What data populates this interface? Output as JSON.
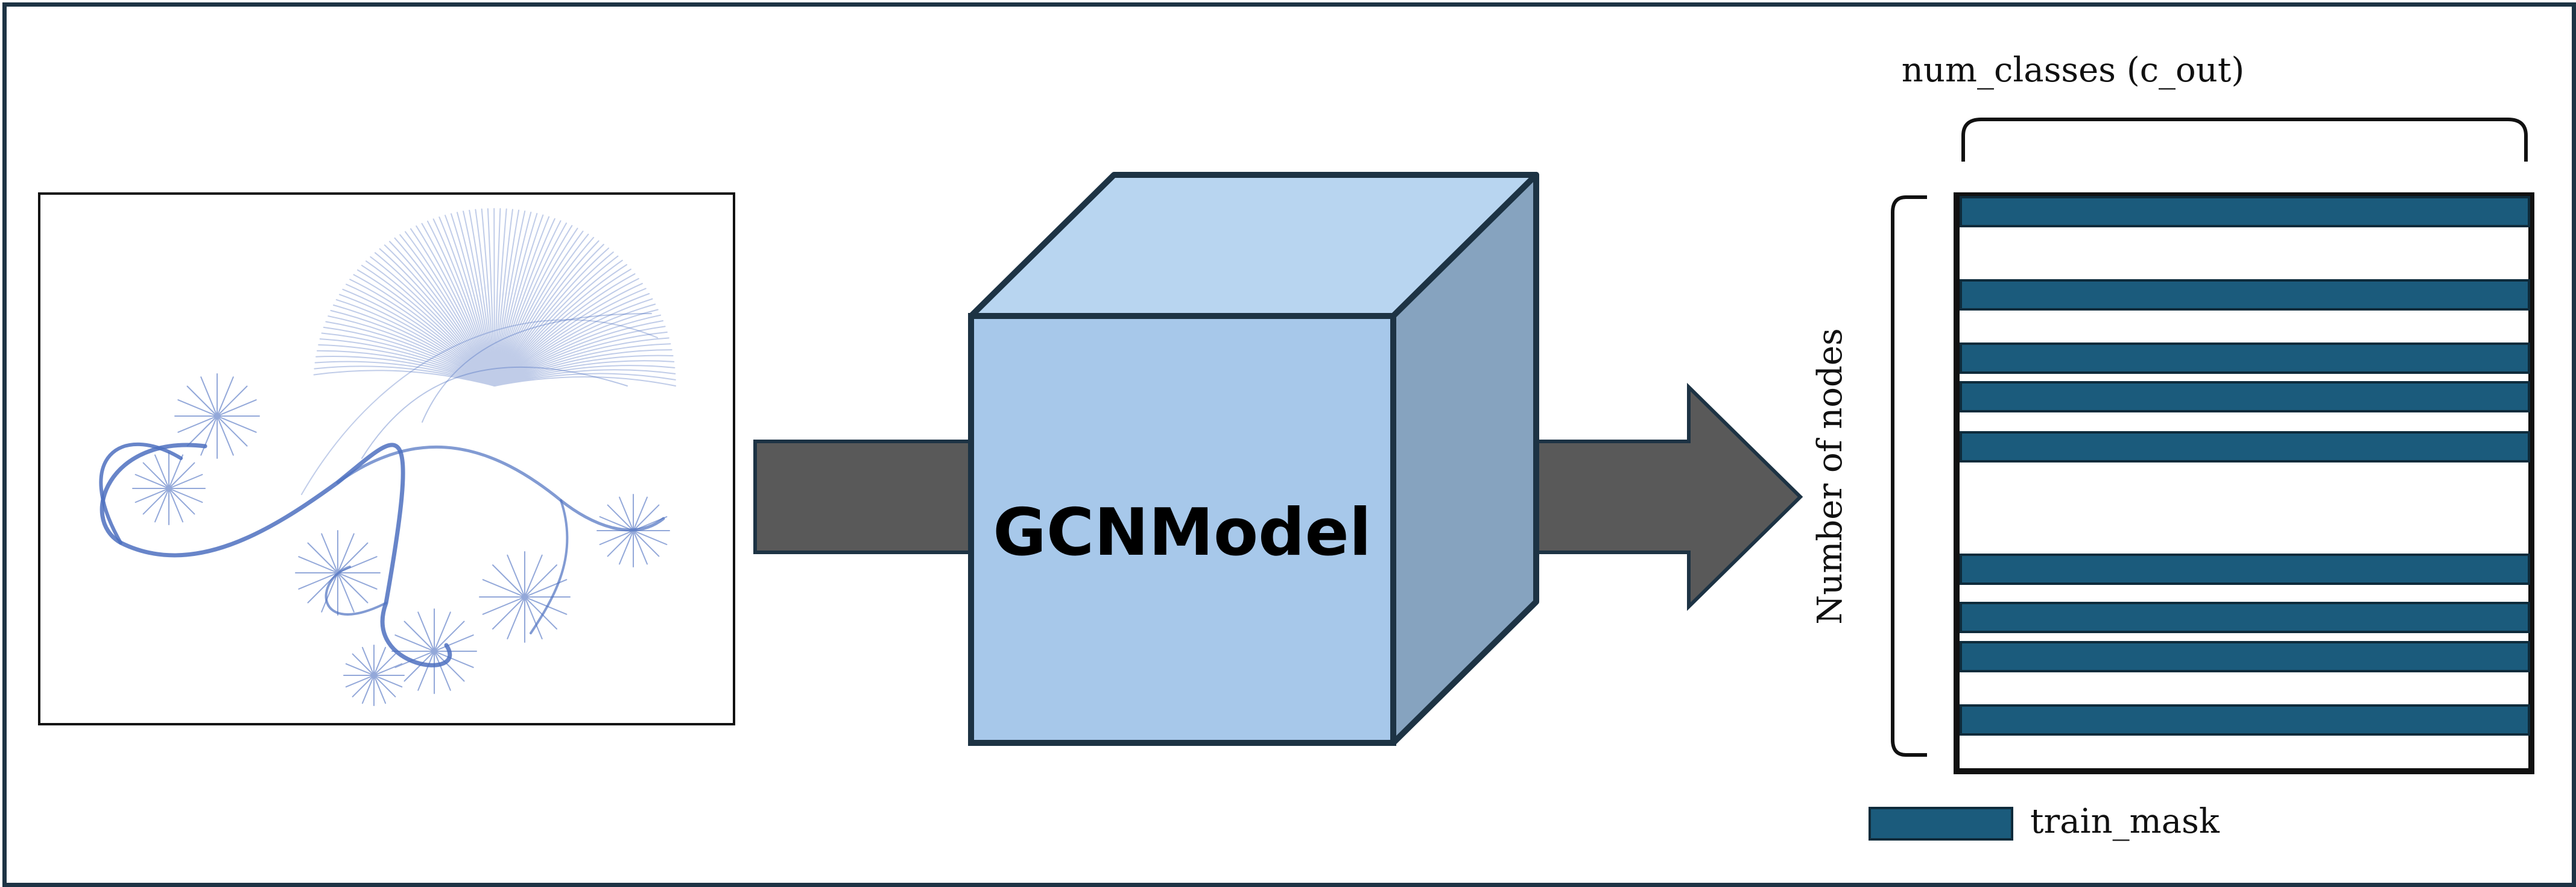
{
  "diagram": {
    "model_label": "GCNModel",
    "columns_label": "num_classes (c_out)",
    "rows_label": "Number of nodes",
    "legend_label": "train_mask"
  },
  "colors": {
    "border": "#1d3344",
    "arrow": "#595959",
    "cube_front": "#a7c8ea",
    "cube_top": "#b8d5f0",
    "cube_side": "#86a3bf",
    "mask_bar": "#1b5b7c",
    "graph_edge": "#4d70c0"
  },
  "icons": {
    "graph": "network-graph-thumbnail"
  }
}
